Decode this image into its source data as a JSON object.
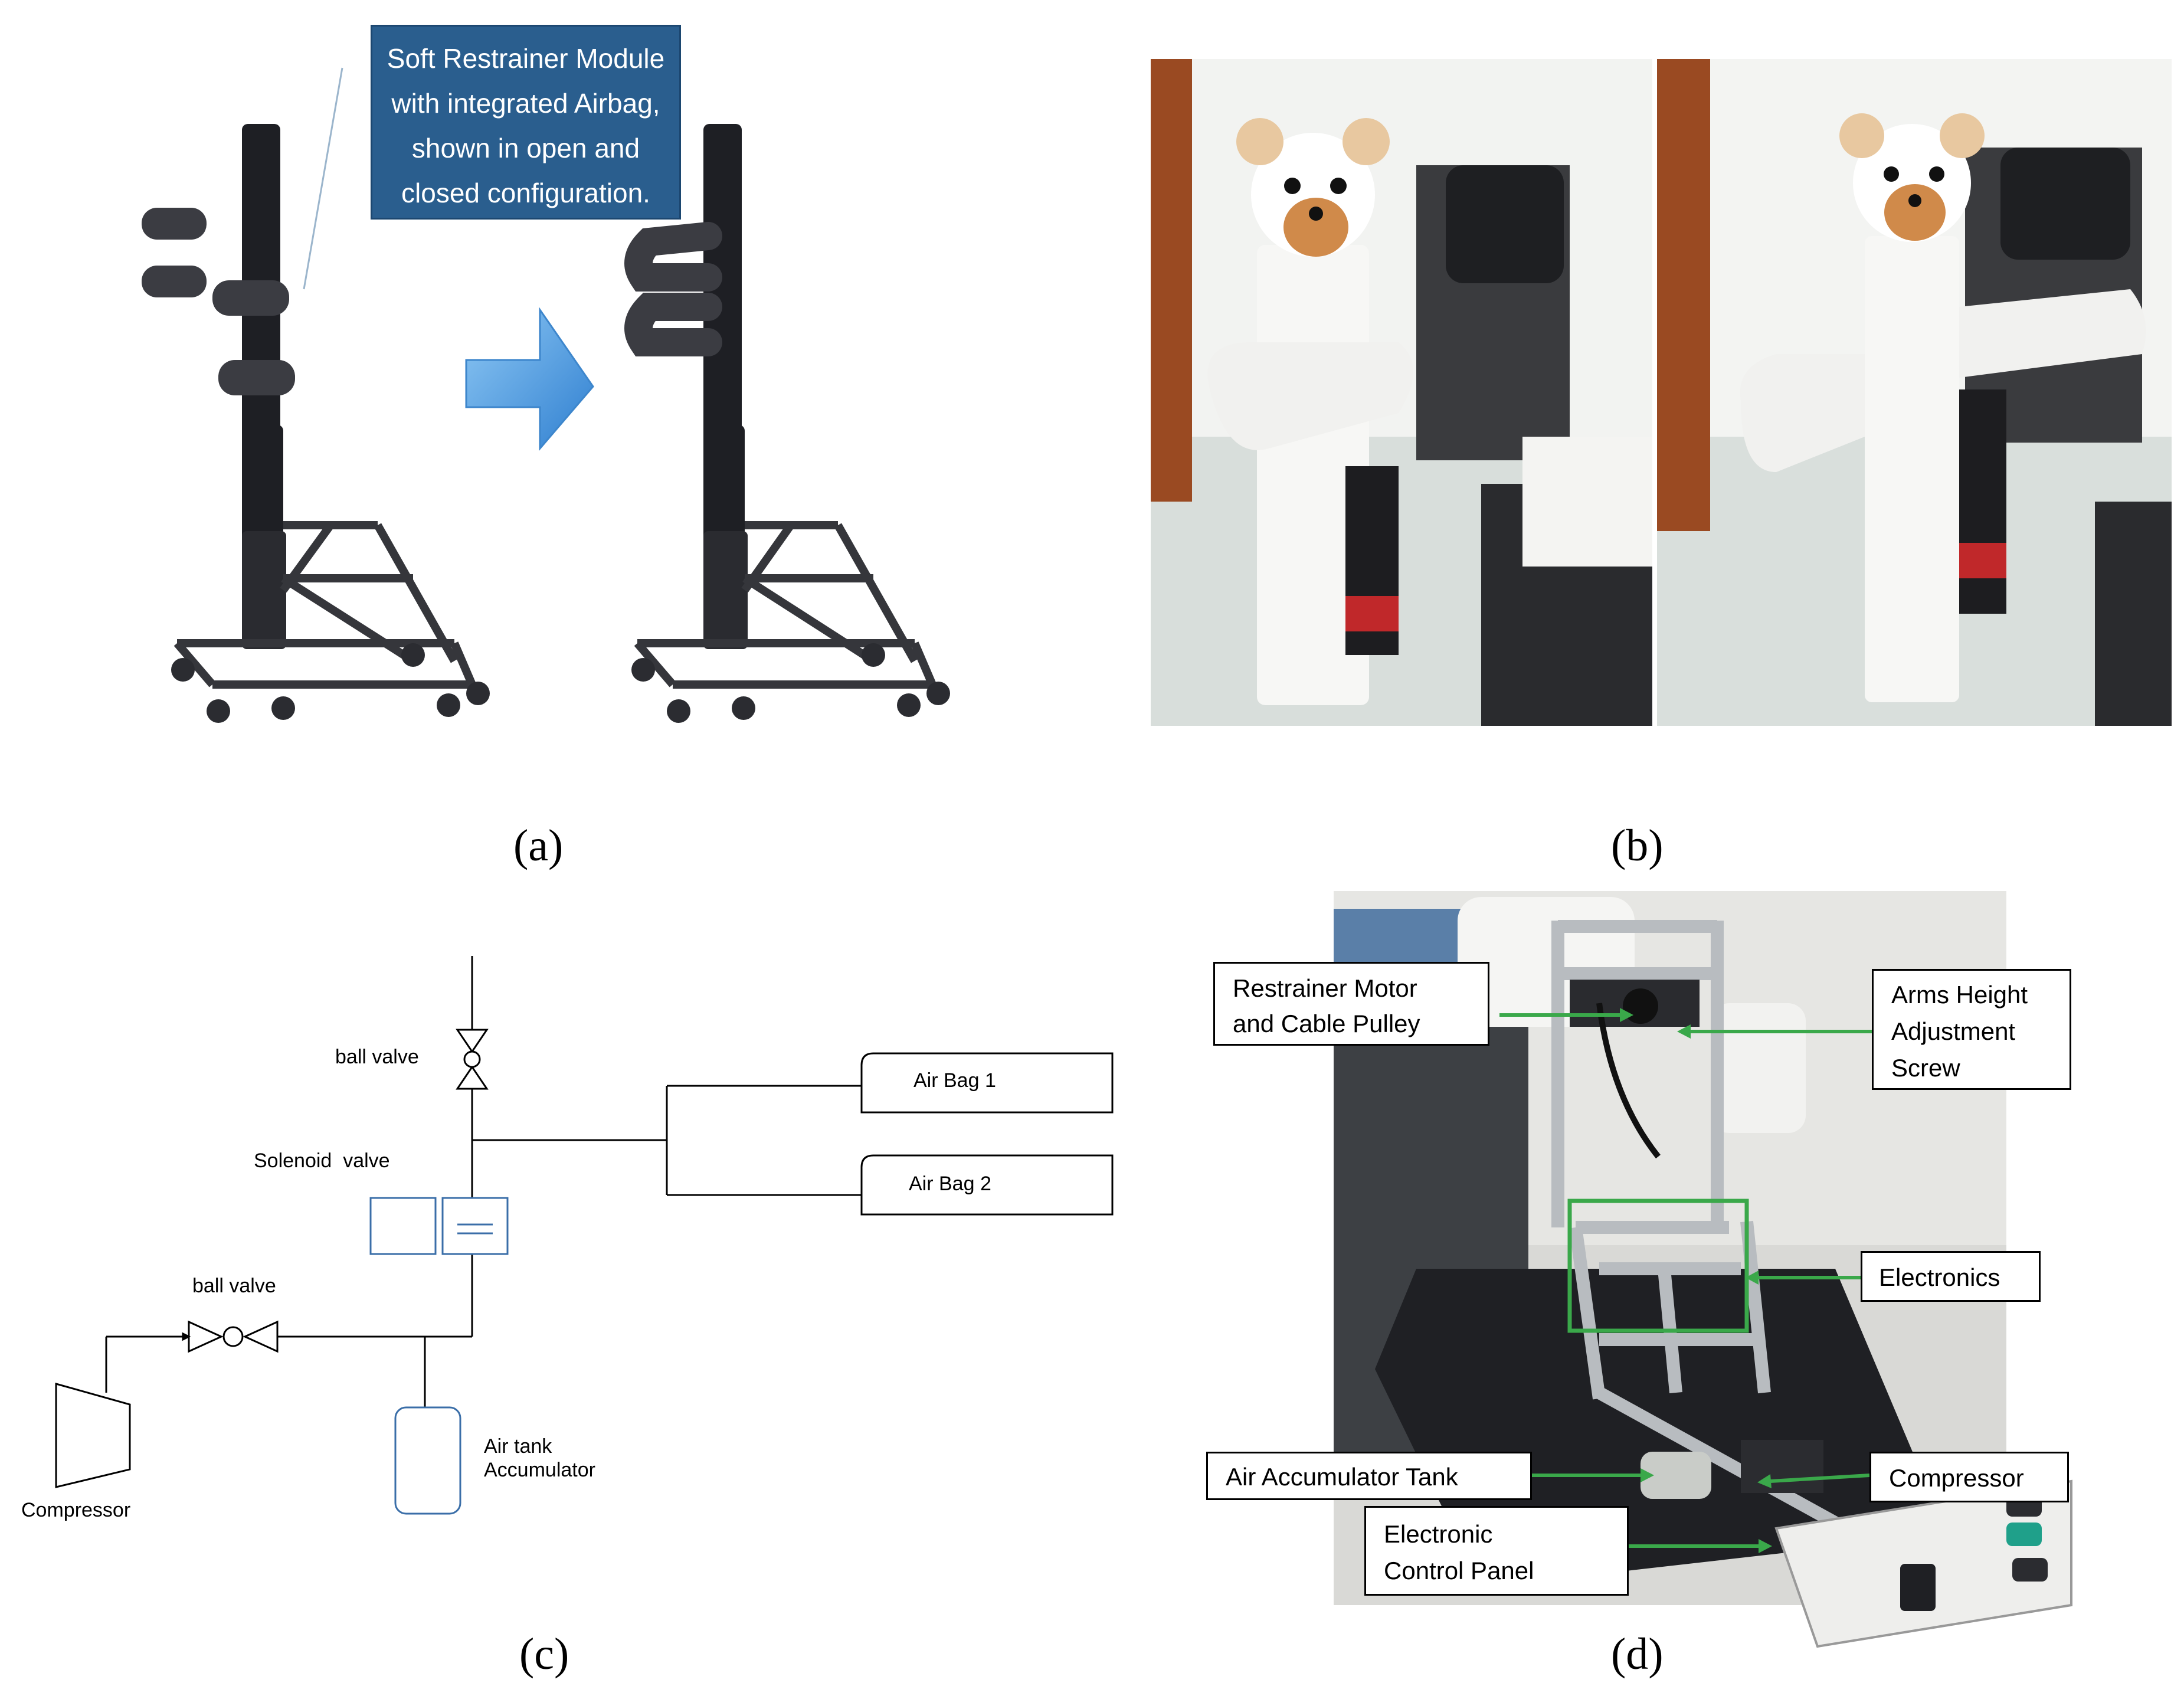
{
  "panels": {
    "a": {
      "caption": "(a)",
      "callout_lines": [
        "Soft Restrainer Module",
        "with integrated Airbag,",
        "shown in open and",
        "closed configuration."
      ]
    },
    "b": {
      "caption": "(b)"
    },
    "c": {
      "caption": "(c)",
      "labels": {
        "ball_valve_top": "ball valve",
        "solenoid_valve": "Solenoid  valve",
        "ball_valve_bottom": "ball valve",
        "compressor": "Compressor",
        "air_tank_line1": "Air tank",
        "air_tank_line2": "Accumulator",
        "air_bag_1": "Air Bag 1",
        "air_bag_2": "Air Bag 2"
      }
    },
    "d": {
      "caption": "(d)",
      "labels": {
        "restrainer_l1": "Restrainer Motor",
        "restrainer_l2": "and Cable Pulley",
        "arms_l1": "Arms Height",
        "arms_l2": "Adjustment",
        "arms_l3": "Screw",
        "electronics": "Electronics",
        "air_accumulator": "Air Accumulator Tank",
        "compressor": "Compressor",
        "ecp_l1": "Electronic",
        "ecp_l2": "Control Panel"
      }
    }
  },
  "colors": {
    "callout_bg": "#2a5e8e",
    "arrow_blue": "#4a9be0",
    "frame_dark": "#35363b",
    "schematic_blue": "#3a6ea8",
    "annotation_green": "#3aa84a"
  }
}
